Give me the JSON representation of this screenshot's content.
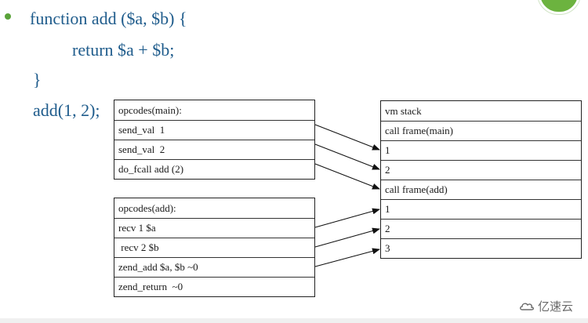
{
  "code": {
    "line1": "function add ($a, $b) {",
    "line2": "return $a + $b;",
    "line3": "}",
    "line4": "add(1, 2);"
  },
  "opcodes_main": {
    "rows": [
      "opcodes(main):",
      "send_val  1",
      "send_val  2",
      "do_fcall add (2)"
    ]
  },
  "opcodes_add": {
    "rows": [
      "opcodes(add):",
      "recv 1 $a",
      " recv 2 $b",
      "zend_add $a, $b ~0",
      "zend_return  ~0"
    ]
  },
  "vm_stack": {
    "rows": [
      "vm stack",
      "call frame(main)",
      "1",
      "2",
      "call frame(add)",
      "1",
      "2",
      "3"
    ]
  },
  "watermark": {
    "text": "亿速云",
    "icon": "cloud-logo-icon"
  },
  "colors": {
    "code": "#1f5c8c",
    "bullet": "#5aa33a",
    "accent": "#6cb33f"
  }
}
